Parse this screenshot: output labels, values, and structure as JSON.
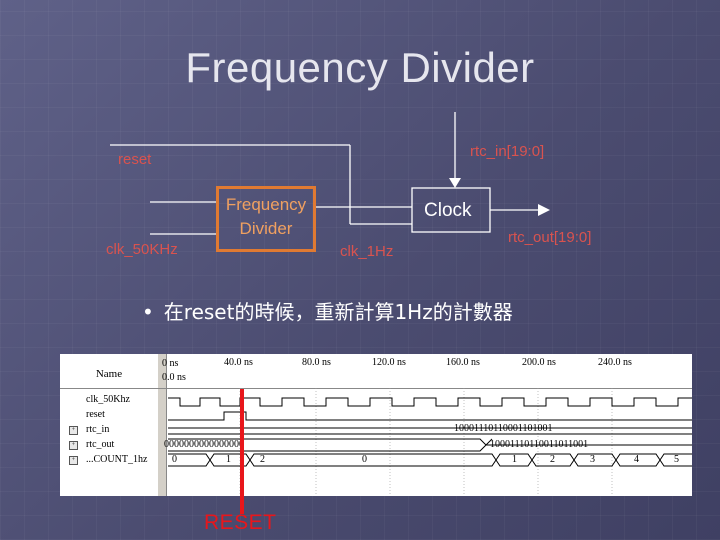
{
  "slide": {
    "title": "Frequency Divider",
    "bullet": "在reset的時候，重新計算1Hz的計數器"
  },
  "diagram": {
    "box_frequency_label": "Frequency Divider",
    "box_clock_label": "Clock",
    "signal_reset": "reset",
    "signal_clk_50khz": "clk_50KHz",
    "signal_clk_1hz": "clk_1Hz",
    "signal_rtc_in": "rtc_in[19:0]",
    "signal_rtc_out": "rtc_out[19:0]",
    "colors": {
      "signal_label": "#d9534f",
      "divider_box": "#e07a32",
      "text": "#ffffff"
    }
  },
  "waveform": {
    "header": {
      "cursor_time": "0 ns",
      "cursor_delta": "0.0 ns",
      "name_column": "Name"
    },
    "time_ticks": [
      "40.0 ns",
      "80.0 ns",
      "120.0 ns",
      "160.0 ns",
      "200.0 ns",
      "240.0 ns"
    ],
    "signals": [
      {
        "name": "clk_50Khz",
        "icon": ""
      },
      {
        "name": "reset",
        "icon": ""
      },
      {
        "name": "rtc_in",
        "icon": "+"
      },
      {
        "name": "rtc_out",
        "icon": "+"
      },
      {
        "name": "...COUNT_1hz",
        "icon": "+"
      }
    ],
    "bus_values": {
      "rtc_in": "10001110110001101001",
      "rtc_out_before": "0000000000000000",
      "rtc_out_after": "10001110110011011001",
      "count_segments": [
        "0",
        "1",
        "2",
        "0",
        "1",
        "2",
        "3",
        "4",
        "5"
      ]
    }
  },
  "marker": {
    "label": "RESET",
    "color": "#e8161b"
  }
}
